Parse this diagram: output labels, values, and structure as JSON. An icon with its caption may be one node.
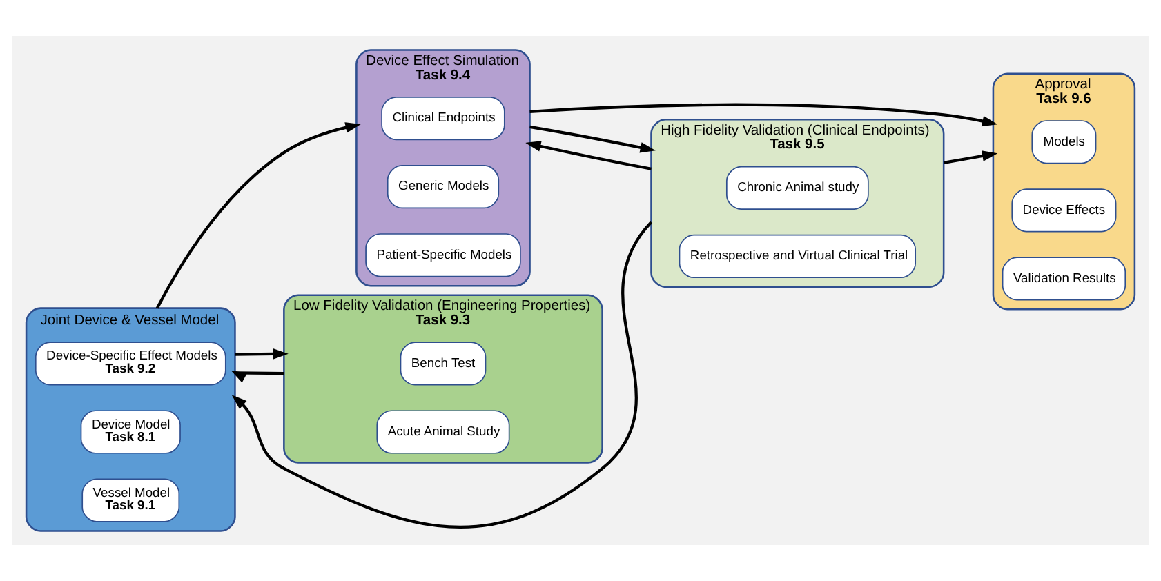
{
  "diagram": {
    "nodes": [
      {
        "text": [
          "Joint Device & Vessel Model"
        ]
      },
      {
        "text": [
          "Device-Specific Effect Models",
          "Task 9.2"
        ],
        "in": 0
      },
      {
        "text": [
          "Device Model",
          "Task 8.1"
        ],
        "in": 0
      },
      {
        "text": [
          "Vessel Model",
          "Task 9.1"
        ],
        "in": 0
      },
      {
        "text": [
          "Device Effect Simulation",
          "Task 9.4"
        ]
      },
      {
        "text": [
          "Clinical Endpoints"
        ],
        "in": 4
      },
      {
        "text": [
          "Generic Models"
        ],
        "in": 4
      },
      {
        "text": [
          "Patient-Specific Models"
        ],
        "in": 4
      },
      {
        "text": [
          "Low Fidelity Validation (Engineering Properties)",
          "Task 9.3"
        ]
      },
      {
        "text": [
          "Bench Test"
        ],
        "in": 8
      },
      {
        "text": [
          "Acute Animal Study"
        ],
        "in": 8
      },
      {
        "text": [
          "High Fidelity Validation (Clinical Endpoints)",
          "Task 9.5"
        ]
      },
      {
        "text": [
          "Chronic Animal study"
        ],
        "in": 11
      },
      {
        "text": [
          "Retrospective and Virtual Clinical Trial"
        ],
        "in": 11
      },
      {
        "text": [
          "Approval",
          "Task 9.6"
        ]
      },
      {
        "text": [
          "Models"
        ],
        "in": 14
      },
      {
        "text": [
          "Device Effects"
        ],
        "in": 14
      },
      {
        "text": [
          "Validation Results"
        ],
        "in": 14
      }
    ],
    "edges": [
      {
        "from": 11,
        "to": 0,
        "arrow": "to"
      },
      {
        "from": 8,
        "to": 0,
        "arrow": "to"
      },
      {
        "from": 0,
        "to": 4,
        "arrow": "to"
      },
      {
        "from": 0,
        "to": 8,
        "arrow": "to"
      },
      {
        "from": 11,
        "to": 4,
        "arrow": "to"
      },
      {
        "from": 4,
        "to": 14,
        "arrow": "to"
      },
      {
        "from": 4,
        "to": 11,
        "arrow": "to"
      },
      {
        "from": 11,
        "to": 14,
        "arrow": "to"
      }
    ]
  }
}
